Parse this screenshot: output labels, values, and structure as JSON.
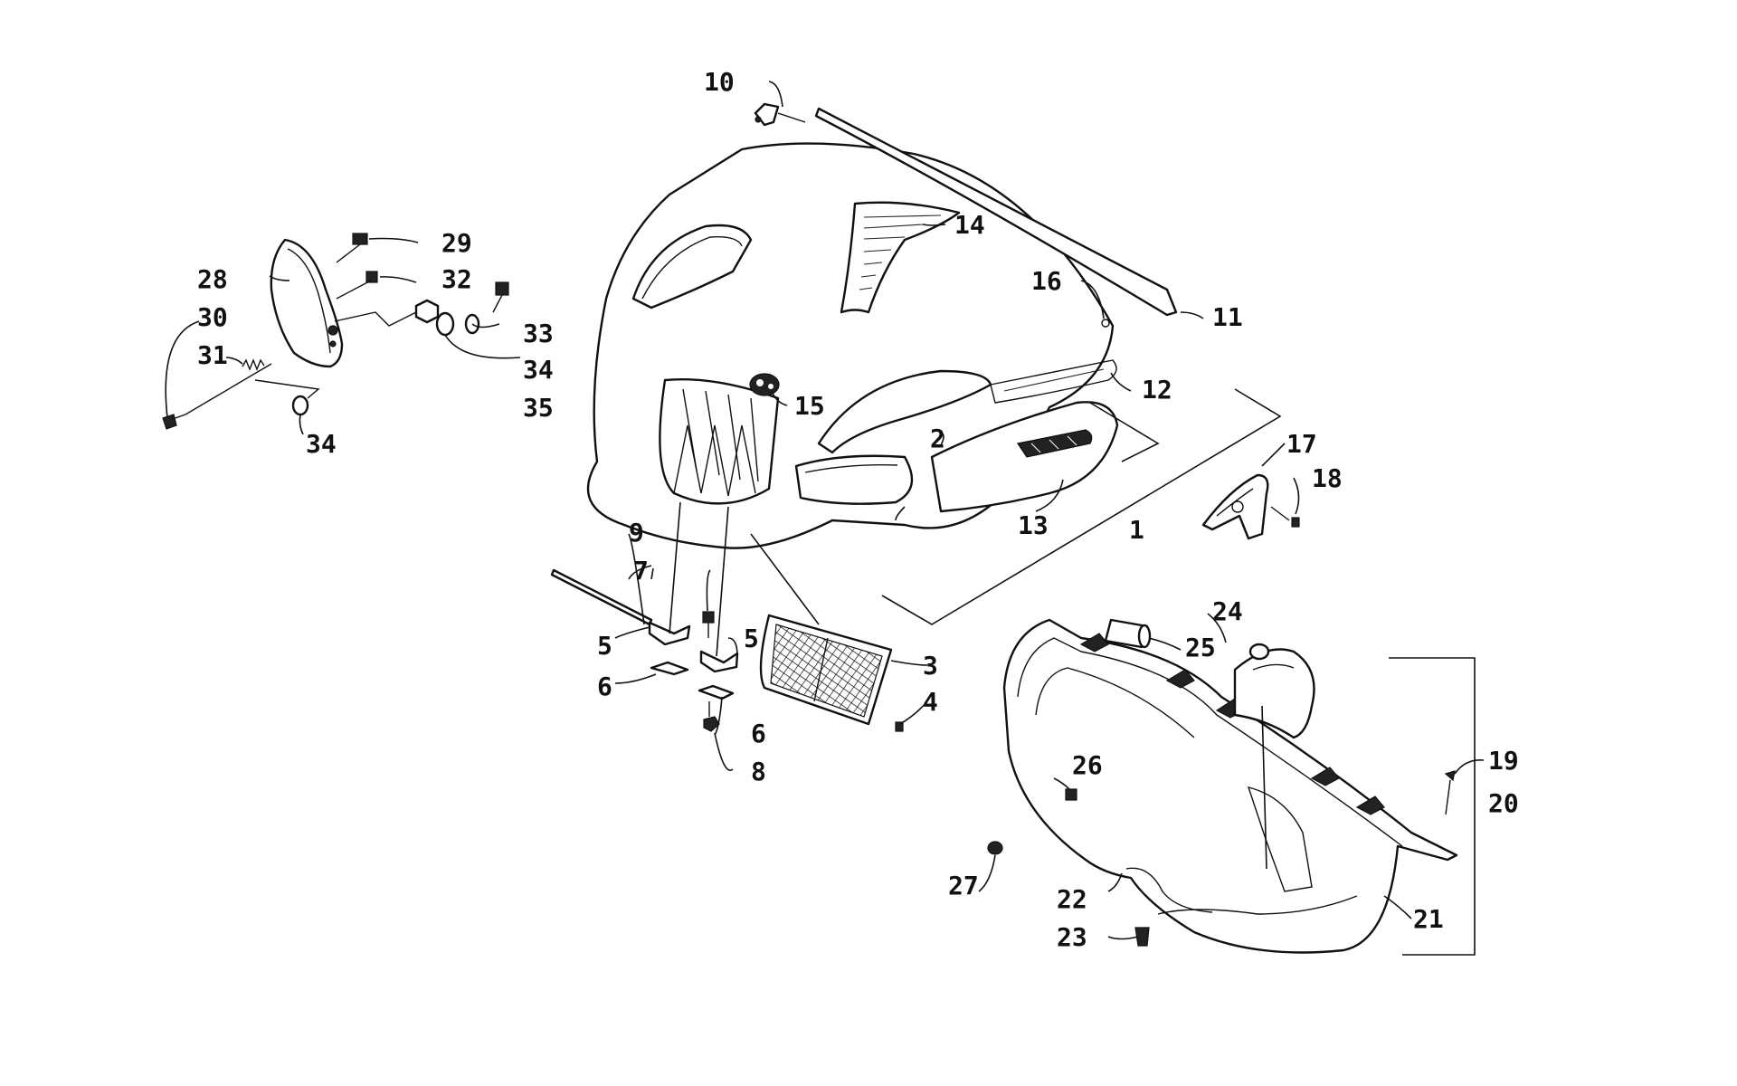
{
  "callouts": {
    "c1": "1",
    "c2": "2",
    "c3": "3",
    "c4": "4",
    "c5a": "5",
    "c5b": "5",
    "c6a": "6",
    "c6b": "6",
    "c7": "7",
    "c8": "8",
    "c9": "9",
    "c10": "10",
    "c11": "11",
    "c12": "12",
    "c13": "13",
    "c14": "14",
    "c15": "15",
    "c16": "16",
    "c17": "17",
    "c18": "18",
    "c19": "19",
    "c20": "20",
    "c21": "21",
    "c22": "22",
    "c23": "23",
    "c24": "24",
    "c25": "25",
    "c26": "26",
    "c27": "27",
    "c28": "28",
    "c29": "29",
    "c30": "30",
    "c31": "31",
    "c32": "32",
    "c33": "33",
    "c34a": "34",
    "c34b": "34",
    "c35": "35"
  }
}
